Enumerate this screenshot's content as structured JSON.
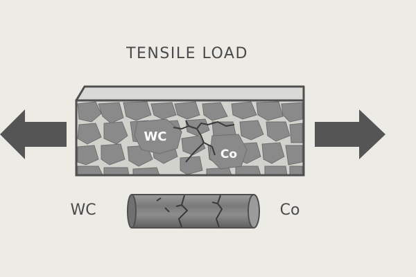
{
  "title": "TENSILE LOAD",
  "block_labels": {
    "grain": "WC",
    "binder": "Co"
  },
  "side_labels": {
    "left": "WC",
    "right": "Co"
  },
  "colors": {
    "background": "#ecebe6",
    "grain": "#8a8a8a",
    "binder": "#d2d2cd",
    "outline": "#4f4f4f",
    "arrow": "#555555",
    "text": "#4a4a4a"
  },
  "icons": {
    "left_arrow": "arrow-left-icon",
    "right_arrow": "arrow-right-icon"
  }
}
